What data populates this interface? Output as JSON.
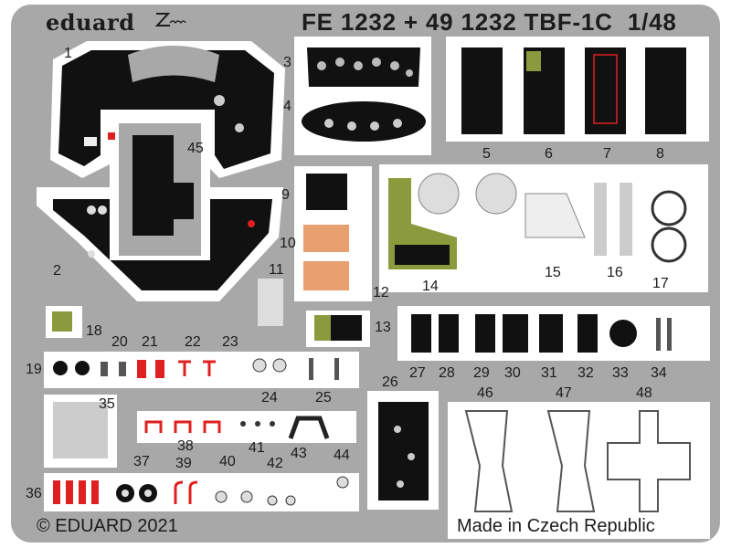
{
  "header": {
    "brand": "eduard",
    "logo_text": "Zoom",
    "title": "FE 1232 + 49 1232 TBF-1C",
    "scale": "1/48"
  },
  "footer": {
    "copyright": "© EDUARD 2021",
    "origin": "Made in Czech Republic"
  },
  "part_numbers": [
    "1",
    "2",
    "3",
    "4",
    "5",
    "6",
    "7",
    "8",
    "9",
    "10",
    "11",
    "12",
    "13",
    "14",
    "15",
    "16",
    "17",
    "18",
    "19",
    "20",
    "21",
    "22",
    "23",
    "24",
    "25",
    "26",
    "27",
    "28",
    "29",
    "30",
    "31",
    "32",
    "33",
    "34",
    "35",
    "36",
    "37",
    "38",
    "39",
    "40",
    "41",
    "42",
    "43",
    "44",
    "45",
    "46",
    "47",
    "48"
  ],
  "colors": {
    "fret": "#a8a8a8",
    "panel_black": "#111111",
    "olive": "#8a9a3c",
    "orange": "#e8a070",
    "red": "#e02020",
    "frame_white": "#ffffff"
  }
}
